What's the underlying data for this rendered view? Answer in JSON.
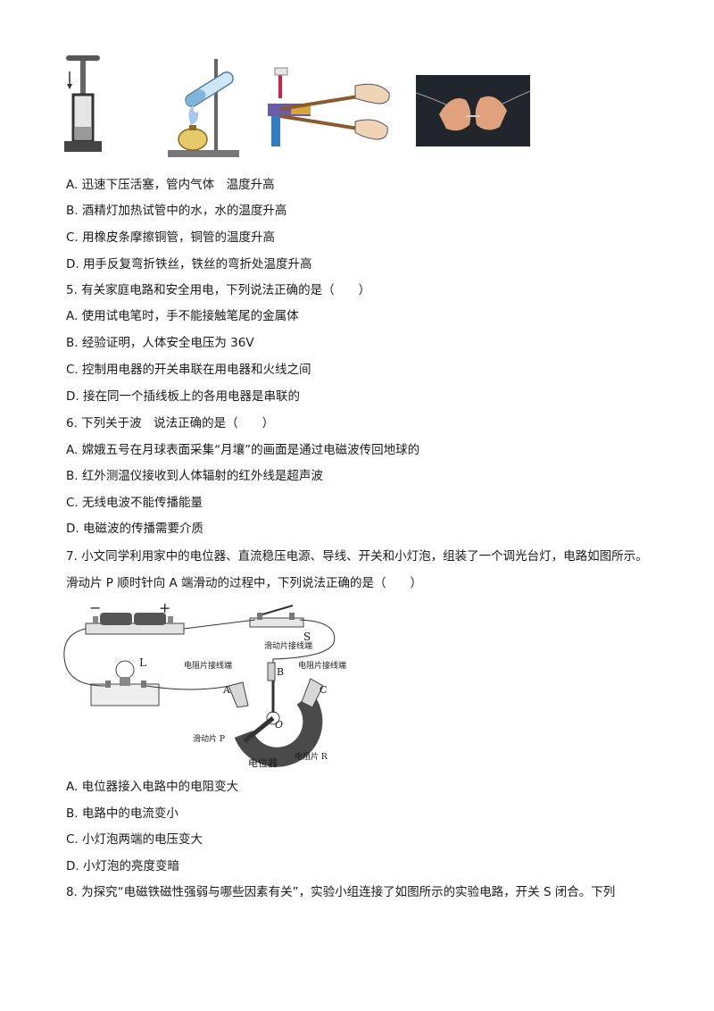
{
  "q4": {
    "options": [
      "A. 迅速下压活塞，管内气体　温度升高",
      "B. 酒精灯加热试管中的水，水的温度升高",
      "C. 用橡皮条摩擦铜管，铜管的温度升高",
      "D. 用手反复弯折铁丝，铁丝的弯折处温度升高"
    ]
  },
  "q5": {
    "stem": "5. 有关家庭电路和安全用电，下列说法正确的是（　　）",
    "options": [
      "A. 使用试电笔时，手不能接触笔尾的金属体",
      "B. 经验证明，人体安全电压为 36V",
      "C. 控制用电器的开关串联在用电器和火线之间",
      "D. 接在同一个插线板上的各用电器是串联的"
    ]
  },
  "q6": {
    "stem": "6. 下列关于波　说法正确的是（　　）",
    "options": [
      "A. 嫦娥五号在月球表面采集“月壤”的画面是通过电磁波传回地球的",
      "B. 红外测温仪接收到人体辐射的红外线是超声波",
      "C. 无线电波不能传播能量",
      "D. 电磁波的传播需要介质"
    ]
  },
  "q7": {
    "stem": "7. 小文同学利用家中的电位器、直流稳压电源、导线、开关和小灯泡，组装了一个调光台灯，电路如图所示。滑动片 P 顺时针向 A 端滑动的过程中，下列说法正确的是（　　）",
    "figure_labels": {
      "minus": "−",
      "plus": "+",
      "switch": "S",
      "lamp": "L",
      "slider_terminal": "滑动片接线端",
      "resistor_terminal_left": "电阻片接线端",
      "resistor_terminal_right": "电阻片接线端",
      "a": "A",
      "b": "B",
      "c": "C",
      "o": "O",
      "slider": "滑动片 P",
      "resistor": "电阻片 R",
      "potentiometer": "电位器"
    },
    "options": [
      "A. 电位器接入电路中的电阻变大",
      "B. 电路中的电流变小",
      "C. 小灯泡两端的电压变大",
      "D. 小灯泡的亮度变暗"
    ]
  },
  "q8": {
    "stem": "8. 为探究“电磁铁磁性强弱与哪些因素有关”，实验小组连接了如图所示的实验电路，开关 S 闭合。下列"
  }
}
